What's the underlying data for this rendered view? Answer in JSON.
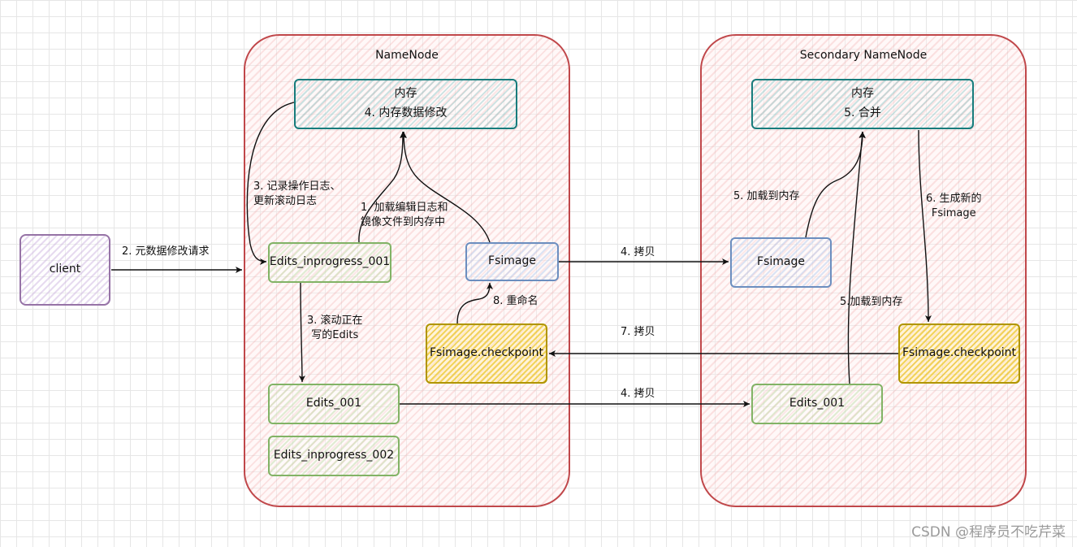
{
  "namenode": {
    "title": "NameNode",
    "memory": {
      "line1": "内存",
      "line2": "4. 内存数据修改"
    },
    "edits_inprogress_001": "Edits_inprogress_001",
    "fsimage": "Fsimage",
    "fsimage_checkpoint": "Fsimage.checkpoint",
    "edits_001": "Edits_001",
    "edits_inprogress_002": "Edits_inprogress_002"
  },
  "secondary": {
    "title": "Secondary NameNode",
    "memory": {
      "line1": "内存",
      "line2": "5. 合并"
    },
    "fsimage": "Fsimage",
    "fsimage_checkpoint": "Fsimage.checkpoint",
    "edits_001": "Edits_001"
  },
  "client": {
    "label": "client"
  },
  "labels": {
    "step2": "2. 元数据修改请求",
    "step3_record": "3. 记录操作日志、\n更新滚动日志",
    "step1_load": "1. 加载编辑日志和\n镜像文件到内存中",
    "step3_roll": "3. 滚动正在\n写的Edits",
    "step8": "8. 重命名",
    "copy_fsimage": "4. 拷贝",
    "copy_edits": "4. 拷贝",
    "step7": "7. 拷贝",
    "load_fsimage": "5. 加载到内存",
    "load_edits": "5.加载到内存",
    "step6": "6. 生成新的\nFsimage"
  },
  "colors": {
    "container_border": "#c0474a",
    "memory_border": "#177c7c",
    "edits_border": "#82b366",
    "fsimage_border": "#6c8ebf",
    "checkpoint_border": "#b09500",
    "client_border": "#9673a6"
  },
  "watermark": "CSDN @程序员不吃芹菜"
}
